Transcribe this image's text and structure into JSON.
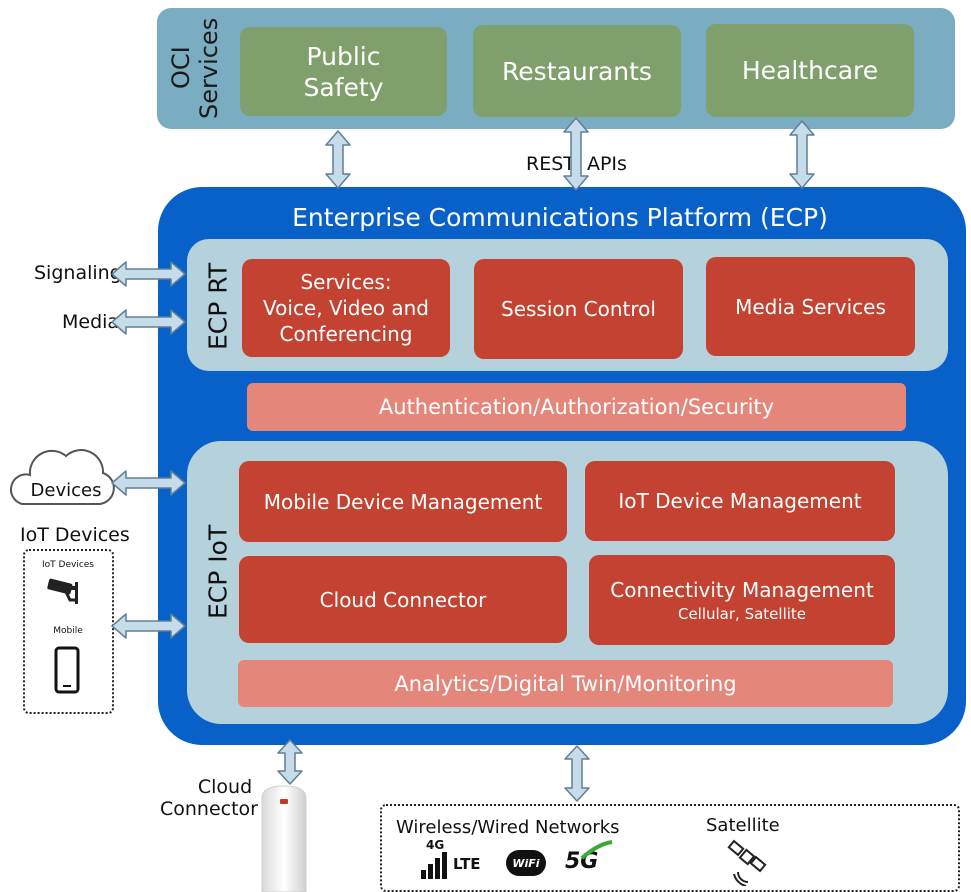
{
  "oci": {
    "label_line1": "OCI",
    "label_line2": "Services",
    "services": [
      "Public Safety",
      "Restaurants",
      "Healthcare"
    ],
    "apis_label": "REST  APIs"
  },
  "ecp": {
    "title": "Enterprise Communications Platform (ECP)",
    "rt": {
      "label": "ECP RT",
      "boxes": {
        "services_line1": "Services:",
        "services_line2": "Voice, Video and",
        "services_line3": "Conferencing",
        "session": "Session Control",
        "media": "Media Services"
      }
    },
    "auth": "Authentication/Authorization/Security",
    "iot": {
      "label": "ECP IoT",
      "mdm": "Mobile Device Management",
      "iotdm": "IoT Device Management",
      "cloud_connector": "Cloud Connector",
      "connectivity": "Connectivity Management",
      "connectivity_sub": "Cellular, Satellite",
      "analytics": "Analytics/Digital Twin/Monitoring"
    }
  },
  "left": {
    "signaling": "Signaling",
    "media": "Media",
    "devices_cloud": "Devices",
    "iot_devices_title": "IoT Devices",
    "iot_devices_small": "IoT Devices",
    "mobile_small": "Mobile"
  },
  "bottom": {
    "cloud_connector_line1": "Cloud",
    "cloud_connector_line2": "Connector",
    "networks": "Wireless/Wired Networks",
    "satellite": "Satellite",
    "badge_4g": "4G",
    "badge_lte": "LTE",
    "badge_wifi": "WiFi",
    "badge_5g": "5G"
  },
  "colors": {
    "oci_band": "#7aacc2",
    "service_green": "#7fa06d",
    "ecp_blue": "#0860c9",
    "panel_light": "#b5d1dc",
    "box_red": "#c44232",
    "band_pink": "#e5867a",
    "arrow_fill": "#c7dcea",
    "arrow_stroke": "#5f7f93"
  }
}
